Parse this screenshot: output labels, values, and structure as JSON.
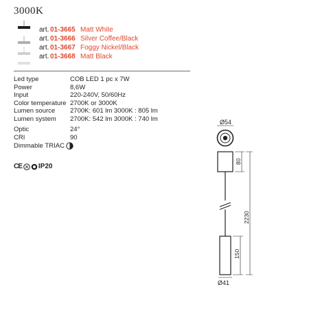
{
  "header": {
    "title": "3000K"
  },
  "articles": [
    {
      "prefix": "art.",
      "code": "01-3665",
      "finish": "Matt White"
    },
    {
      "prefix": "art.",
      "code": "01-3666",
      "finish": "Silver Coffee/Black"
    },
    {
      "prefix": "art.",
      "code": "01-3667",
      "finish": "Foggy Nickel/Black"
    },
    {
      "prefix": "art.",
      "code": "01-3668",
      "finish": "Matt Black"
    }
  ],
  "specs": [
    {
      "label": "Led type",
      "value": "COB LED 1 pc x 7W"
    },
    {
      "label": "Power",
      "value": "8,6W"
    },
    {
      "label": "Input",
      "value": "220-240V, 50/60Hz"
    },
    {
      "label": "Color temperature",
      "value": "2700K or 3000K"
    },
    {
      "label": "Lumen source",
      "value": "2700K: 601 lm 3000K : 805 lm"
    },
    {
      "label": "Lumen system",
      "value": "2700K: 542 lm 3000K : 740 lm"
    },
    {
      "label": "Optic",
      "value": "24°"
    },
    {
      "label": "CRI",
      "value": "90"
    }
  ],
  "dimmable": {
    "label": "Dimmable",
    "value": "TRIAC"
  },
  "certifications": {
    "ce": "CE",
    "ip": "IP20"
  },
  "drawing": {
    "diameter_top": "Ø54",
    "height_top_body": "80",
    "total_height": "2230",
    "height_bottom_body": "150",
    "diameter_bottom": "Ø41"
  },
  "colors": {
    "accent": "#e0482e",
    "text": "#231f20",
    "rule": "#6d6e71"
  }
}
